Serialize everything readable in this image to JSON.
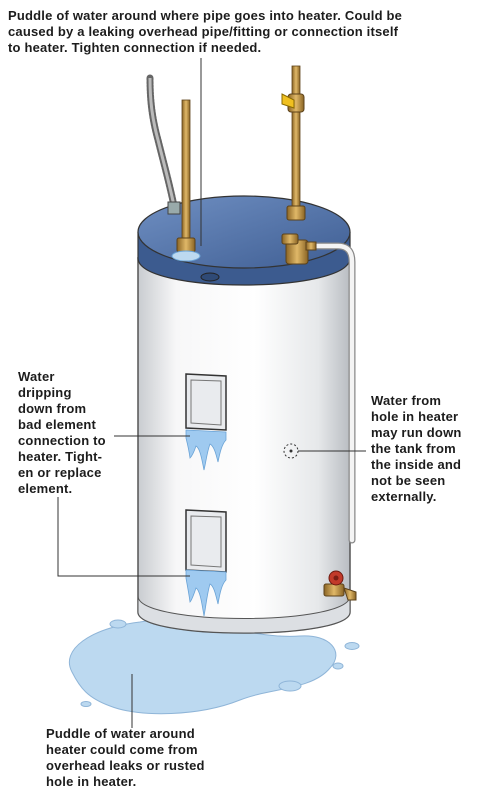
{
  "callouts": {
    "top": {
      "lines": [
        "Puddle of water around where pipe goes into heater. Could be",
        "caused by a leaking overhead pipe/fitting or connection itself",
        "to heater. Tighten connection if needed."
      ]
    },
    "left": {
      "lines": [
        "Water",
        "dripping",
        "down from",
        "bad element",
        "connection to",
        "heater. Tight-",
        "en or replace",
        "element."
      ]
    },
    "right": {
      "lines": [
        "Water from",
        "hole in heater",
        "may run down",
        "the tank from",
        "the inside and",
        "not be seen",
        "externally."
      ]
    },
    "bottom": {
      "lines": [
        "Puddle of water around",
        "heater could come from",
        "overhead leaks or rusted",
        "hole in heater."
      ]
    }
  },
  "colors": {
    "tank_body": "#f2f3f4",
    "tank_top": "#4e6fa6",
    "water": "#bcd9f0",
    "brass": "#b58a3c",
    "valve_handle": "#f0c020",
    "drain_handle": "#c23a2a",
    "leader_line": "#333333"
  },
  "icons": [
    "flexible-conduit",
    "hot-water-pipe",
    "cold-water-pipe",
    "shutoff-valve",
    "pressure-relief-valve",
    "drain-valve",
    "element-access-panel"
  ]
}
